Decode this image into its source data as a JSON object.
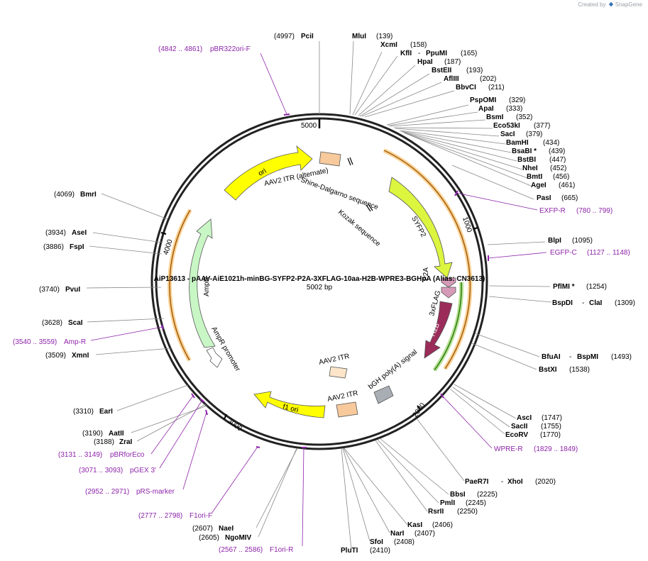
{
  "brand": {
    "created_by": "Created by",
    "name": "SnapGene"
  },
  "plasmid": {
    "title": "AiP13613 - pAAV-AiE1021h-minBG-SYFP2-P2A-3XFLAG-10aa-H2B-WPRE3-BGHpA (Alias: CN3613)",
    "length_label": "5002 bp",
    "length": 5002
  },
  "ticks": [
    {
      "bp": 1000,
      "label": "1000"
    },
    {
      "bp": 2000,
      "label": "2000"
    },
    {
      "bp": 3000,
      "label": "3000"
    },
    {
      "bp": 4000,
      "label": "4000"
    },
    {
      "bp": 5000,
      "label": "5000"
    }
  ],
  "enzymes": [
    {
      "name": "PciI",
      "pos": "(4997)",
      "side": "left",
      "bp": 4997
    },
    {
      "name": "MluI",
      "pos": "(139)",
      "side": "right",
      "bp": 139
    },
    {
      "name": "XcmI",
      "pos": "(158)",
      "side": "right",
      "bp": 158
    },
    {
      "name": "KflI",
      "extra": "PpuMI",
      "pos": "(165)",
      "side": "right",
      "bp": 165
    },
    {
      "name": "HpaI",
      "pos": "(187)",
      "side": "right",
      "bp": 187
    },
    {
      "name": "BstEII",
      "pos": "(193)",
      "side": "right",
      "bp": 193
    },
    {
      "name": "AflIII",
      "pos": "(202)",
      "side": "right",
      "bp": 202
    },
    {
      "name": "BbvCI",
      "pos": "(211)",
      "side": "right",
      "bp": 211
    },
    {
      "name": "PspOMI",
      "pos": "(329)",
      "side": "right",
      "bp": 329
    },
    {
      "name": "ApaI",
      "pos": "(333)",
      "side": "right",
      "bp": 333
    },
    {
      "name": "BsmI",
      "pos": "(352)",
      "side": "right",
      "bp": 352
    },
    {
      "name": "Eco53kI",
      "pos": "(377)",
      "side": "right",
      "bp": 377
    },
    {
      "name": "SacI",
      "pos": "(379)",
      "side": "right",
      "bp": 379
    },
    {
      "name": "BamHI",
      "pos": "(434)",
      "side": "right",
      "bp": 434
    },
    {
      "name": "BsaBI *",
      "pos": "(439)",
      "side": "right",
      "bp": 439
    },
    {
      "name": "BstBI",
      "pos": "(447)",
      "side": "right",
      "bp": 447
    },
    {
      "name": "NheI",
      "pos": "(452)",
      "side": "right",
      "bp": 452
    },
    {
      "name": "BmtI",
      "pos": "(456)",
      "side": "right",
      "bp": 456
    },
    {
      "name": "AgeI",
      "pos": "(461)",
      "side": "right",
      "bp": 461
    },
    {
      "name": "PasI",
      "pos": "(665)",
      "side": "right",
      "bp": 665
    },
    {
      "name": "BlpI",
      "pos": "(1095)",
      "side": "right",
      "bp": 1095
    },
    {
      "name": "PflMI *",
      "pos": "(1254)",
      "side": "right",
      "bp": 1254
    },
    {
      "name": "BspDI",
      "extra": "ClaI",
      "pos": "(1309)",
      "side": "right",
      "bp": 1309
    },
    {
      "name": "BfuAI",
      "extra": "BspMI",
      "pos": "(1493)",
      "side": "right",
      "bp": 1493
    },
    {
      "name": "BstXI",
      "pos": "(1538)",
      "side": "right",
      "bp": 1538
    },
    {
      "name": "AscI",
      "pos": "(1747)",
      "side": "right",
      "bp": 1747
    },
    {
      "name": "SacII",
      "pos": "(1755)",
      "side": "right",
      "bp": 1755
    },
    {
      "name": "EcoRV",
      "pos": "(1770)",
      "side": "right",
      "bp": 1770
    },
    {
      "name": "PaeR7I",
      "extra": "XhoI",
      "pos": "(2020)",
      "side": "right",
      "bp": 2020
    },
    {
      "name": "BbsI",
      "pos": "(2225)",
      "side": "right",
      "bp": 2225
    },
    {
      "name": "PmlI",
      "pos": "(2245)",
      "side": "right",
      "bp": 2245
    },
    {
      "name": "RsrII",
      "pos": "(2250)",
      "side": "right",
      "bp": 2250
    },
    {
      "name": "KasI",
      "pos": "(2406)",
      "side": "right",
      "bp": 2406
    },
    {
      "name": "NarI",
      "pos": "(2407)",
      "side": "right",
      "bp": 2407
    },
    {
      "name": "SfoI",
      "pos": "(2408)",
      "side": "right",
      "bp": 2408
    },
    {
      "name": "PluTI",
      "pos": "(2410)",
      "side": "right",
      "bp": 2410
    },
    {
      "name": "NaeI",
      "pos": "(2607)",
      "side": "left",
      "bp": 2607
    },
    {
      "name": "NgoMIV",
      "pos": "(2605)",
      "side": "left",
      "bp": 2605
    },
    {
      "name": "AatII",
      "pos": "(3190)",
      "side": "left",
      "bp": 3190
    },
    {
      "name": "ZraI",
      "pos": "(3188)",
      "side": "left",
      "bp": 3188
    },
    {
      "name": "EarI",
      "pos": "(3310)",
      "side": "left",
      "bp": 3310
    },
    {
      "name": "XmnI",
      "pos": "(3509)",
      "side": "left",
      "bp": 3509
    },
    {
      "name": "ScaI",
      "pos": "(3628)",
      "side": "left",
      "bp": 3628
    },
    {
      "name": "PvuI",
      "pos": "(3740)",
      "side": "left",
      "bp": 3740
    },
    {
      "name": "FspI",
      "pos": "(3886)",
      "side": "left",
      "bp": 3886
    },
    {
      "name": "AseI",
      "pos": "(3934)",
      "side": "left",
      "bp": 3934
    },
    {
      "name": "BmrI",
      "pos": "(4069)",
      "side": "left",
      "bp": 4069
    }
  ],
  "primers": [
    {
      "name": "pBR322ori-F",
      "range": "(4842 .. 4861)",
      "side": "left"
    },
    {
      "name": "EXFP-R",
      "range": "(780 .. 799)",
      "side": "right"
    },
    {
      "name": "EGFP-C",
      "range": "(1127 .. 1148)",
      "side": "right"
    },
    {
      "name": "WPRE-R",
      "range": "(1829 .. 1849)",
      "side": "right"
    },
    {
      "name": "F1ori-R",
      "range": "(2567 .. 2586)",
      "side": "left"
    },
    {
      "name": "F1ori-F",
      "range": "(2777 .. 2798)",
      "side": "left"
    },
    {
      "name": "pRS-marker",
      "range": "(2952 .. 2971)",
      "side": "left"
    },
    {
      "name": "pGEX 3'",
      "range": "(3071 .. 3093)",
      "side": "left"
    },
    {
      "name": "pBRforEco",
      "range": "(3131 .. 3149)",
      "side": "left"
    },
    {
      "name": "Amp-R",
      "range": "(3540 .. 3559)",
      "side": "left"
    }
  ],
  "features": [
    {
      "name": "ori",
      "color": "#ffff00"
    },
    {
      "name": "AAV2 ITR (alternate)",
      "color": "#f7c99b"
    },
    {
      "name": "Shine-Dalgarno sequence",
      "color": "#ffffff"
    },
    {
      "name": "Kozak sequence",
      "color": "#ffffff"
    },
    {
      "name": "SYFP2",
      "color": "#dcf53f"
    },
    {
      "name": "P2A",
      "color": "#d69ab9"
    },
    {
      "name": "3xFLAG",
      "color": "#d69ab9"
    },
    {
      "name": "H2B",
      "color": "#9b2c5a"
    },
    {
      "name": "bGH poly(A) signal",
      "color": "#a9aeb4"
    },
    {
      "name": "AAV2 ITR",
      "color": "#f7c99b"
    },
    {
      "name": "AAV2 ITR",
      "color": "#fde5c9"
    },
    {
      "name": "f1 ori",
      "color": "#ffff00"
    },
    {
      "name": "AmpR",
      "color": "#c8f7c5"
    },
    {
      "name": "AmpR promoter",
      "color": "#ffffff"
    }
  ]
}
